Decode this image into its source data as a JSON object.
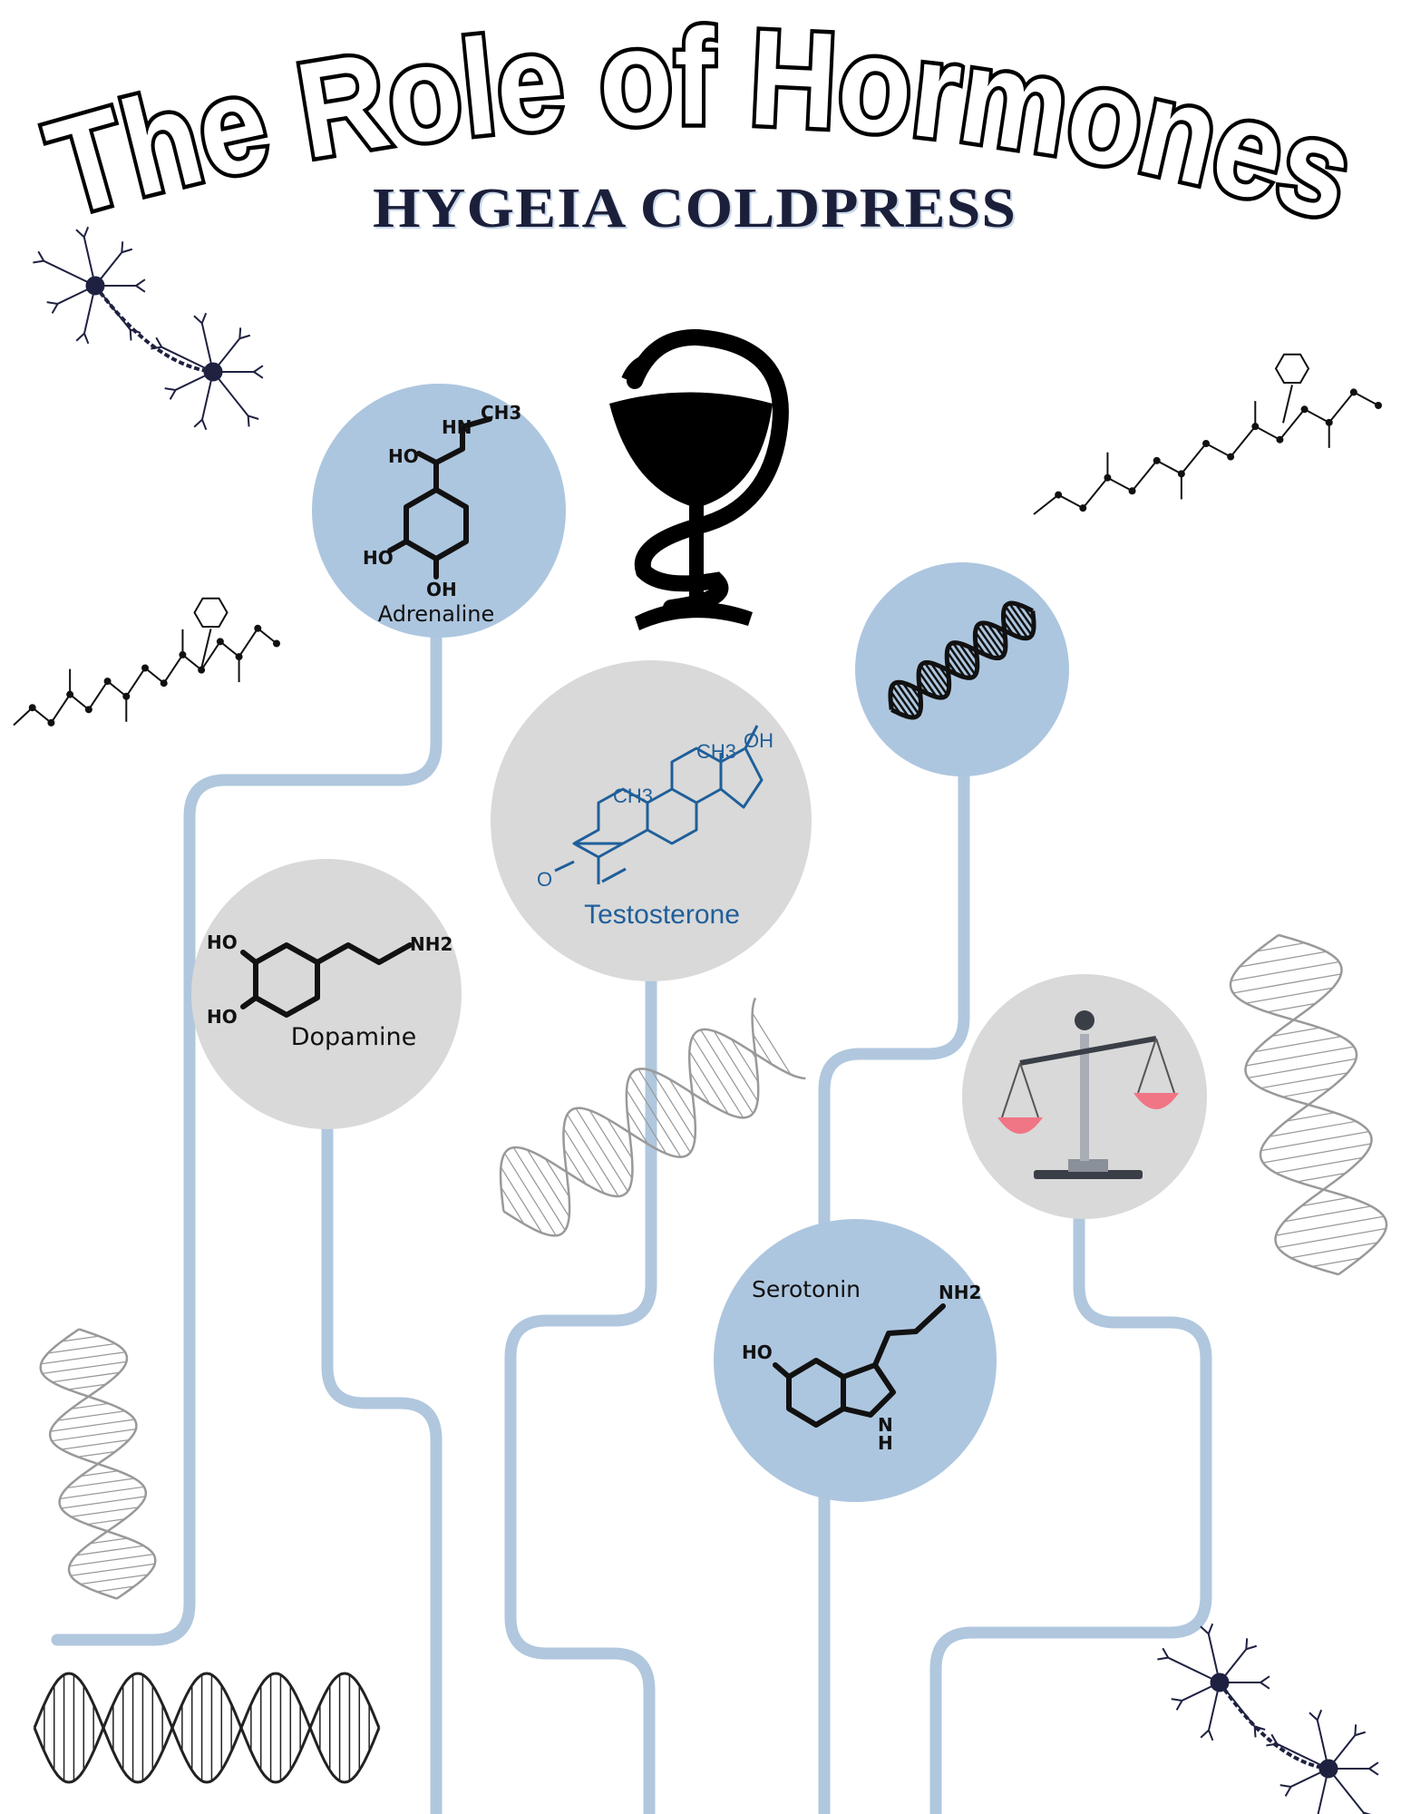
{
  "header": {
    "title": "The Role of Hormones",
    "subtitle": "HYGEIA COLDPRESS"
  },
  "colors": {
    "blue_circle": "#adc6df",
    "gray_circle": "#d9d9d9",
    "connector": "#b0c7de",
    "testosterone_text": "#1f5f9a",
    "scale_pan": "#f07585",
    "neuron": "#1e2140"
  },
  "hormones": {
    "adrenaline": {
      "label": "Adrenaline",
      "groups": [
        "HN",
        "CH3",
        "HO",
        "HO",
        "OH"
      ]
    },
    "testosterone": {
      "label": "Testosterone",
      "groups": [
        "CH3",
        "CH3",
        "OH",
        "O"
      ]
    },
    "dopamine": {
      "label": "Dopamine",
      "groups": [
        "HO",
        "HO",
        "NH2"
      ]
    },
    "serotonin": {
      "label": "Serotonin",
      "groups": [
        "NH2",
        "HO",
        "N",
        "H"
      ]
    }
  },
  "icons": [
    "bowl-of-hygieia-icon",
    "dna-icon",
    "balance-scale-icon",
    "neuron-icon",
    "molecule-icon"
  ]
}
